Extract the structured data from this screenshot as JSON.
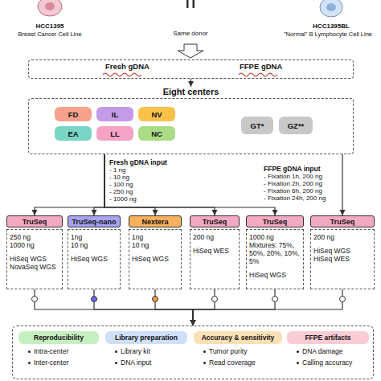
{
  "diagram": {
    "nodes": [
      {
        "text": [
          "Fresh gDNA",
          "FFPE gDNA"
        ]
      },
      {
        "text": [
          "Eight centers"
        ]
      },
      {
        "text": [
          "FD"
        ],
        "in": 1
      },
      {
        "text": [
          "IL"
        ],
        "in": 1
      },
      {
        "text": [
          "NV"
        ],
        "in": 1
      },
      {
        "text": [
          "EA"
        ],
        "in": 1
      },
      {
        "text": [
          "LL"
        ],
        "in": 1
      },
      {
        "text": [
          "NC"
        ],
        "in": 1
      },
      {
        "text": [
          "GT*"
        ],
        "in": 1
      },
      {
        "text": [
          "GZ**"
        ],
        "in": 1
      },
      {
        "text": [
          "TruSeq",
          "250 ng",
          "1000 ng",
          "HiSeq WGS",
          "NovaSeq WGS"
        ]
      },
      {
        "text": [
          "TruSeq-nano",
          "1ng",
          "10 ng",
          "HiSeq WGS"
        ]
      },
      {
        "text": [
          "Nextera",
          "1ng",
          "10 ng",
          "HiSeq WGS"
        ]
      },
      {
        "text": [
          "TruSeq",
          "200 ng",
          "HiSeq WES"
        ]
      },
      {
        "text": [
          "TruSeq",
          "1000 ng",
          "Mixtures: 75%, 50%, 20%, 10%, 5%",
          "HiSeq WGS"
        ]
      },
      {
        "text": [
          "TruSeq",
          "200 ng",
          "HiSeq WGS",
          "HiSeq WES"
        ]
      },
      {
        "text": []
      },
      {
        "text": [
          "Reproducibility",
          "Intra-center",
          "Inter-center"
        ],
        "in": 16
      },
      {
        "text": [
          "Library preparation",
          "Library kit",
          "DNA input"
        ],
        "in": 16
      },
      {
        "text": [
          "Accuracy & sensitivity",
          "Tumor purity",
          "Read coverage"
        ],
        "in": 16
      },
      {
        "text": [
          "FFPE artifacts",
          "DNA damage",
          "Calling accuracy"
        ],
        "in": 16
      }
    ],
    "edges": [
      {
        "from": 0,
        "to": 1,
        "arrow": "to"
      },
      {
        "from": 1,
        "to": 10,
        "arrow": "to"
      },
      {
        "from": 1,
        "to": 11,
        "arrow": "to"
      },
      {
        "from": 1,
        "to": 12,
        "arrow": "to"
      },
      {
        "from": 1,
        "to": 13,
        "arrow": "to"
      },
      {
        "from": 1,
        "to": 14,
        "arrow": "to"
      },
      {
        "from": 1,
        "to": 15,
        "arrow": "to"
      },
      {
        "from": 10,
        "to": 16,
        "arrow": "to"
      },
      {
        "from": 11,
        "to": 16,
        "arrow": "to"
      },
      {
        "from": 12,
        "to": 16,
        "arrow": "to"
      },
      {
        "from": 13,
        "to": 16,
        "arrow": "to"
      },
      {
        "from": 14,
        "to": 16,
        "arrow": "to"
      },
      {
        "from": 15,
        "to": 16,
        "arrow": "to"
      }
    ],
    "labels": [
      "HCC1395",
      "Breast Cancer Cell Line",
      "Same donor",
      "HCC1395BL",
      "\"Normal\" B Lymphocyte Cell Line",
      "Fresh gDNA input",
      "- 1 ng",
      "- 10 ng",
      "- 100 ng",
      "- 250 ng",
      "- 1000 ng",
      "FFPE gDNA input",
      "- Fixation 1h, 200 ng",
      "- Fixation 2h, 200 ng",
      "- Fixation 6h, 200 ng",
      "- Fixation 24h, 200 ng"
    ]
  }
}
